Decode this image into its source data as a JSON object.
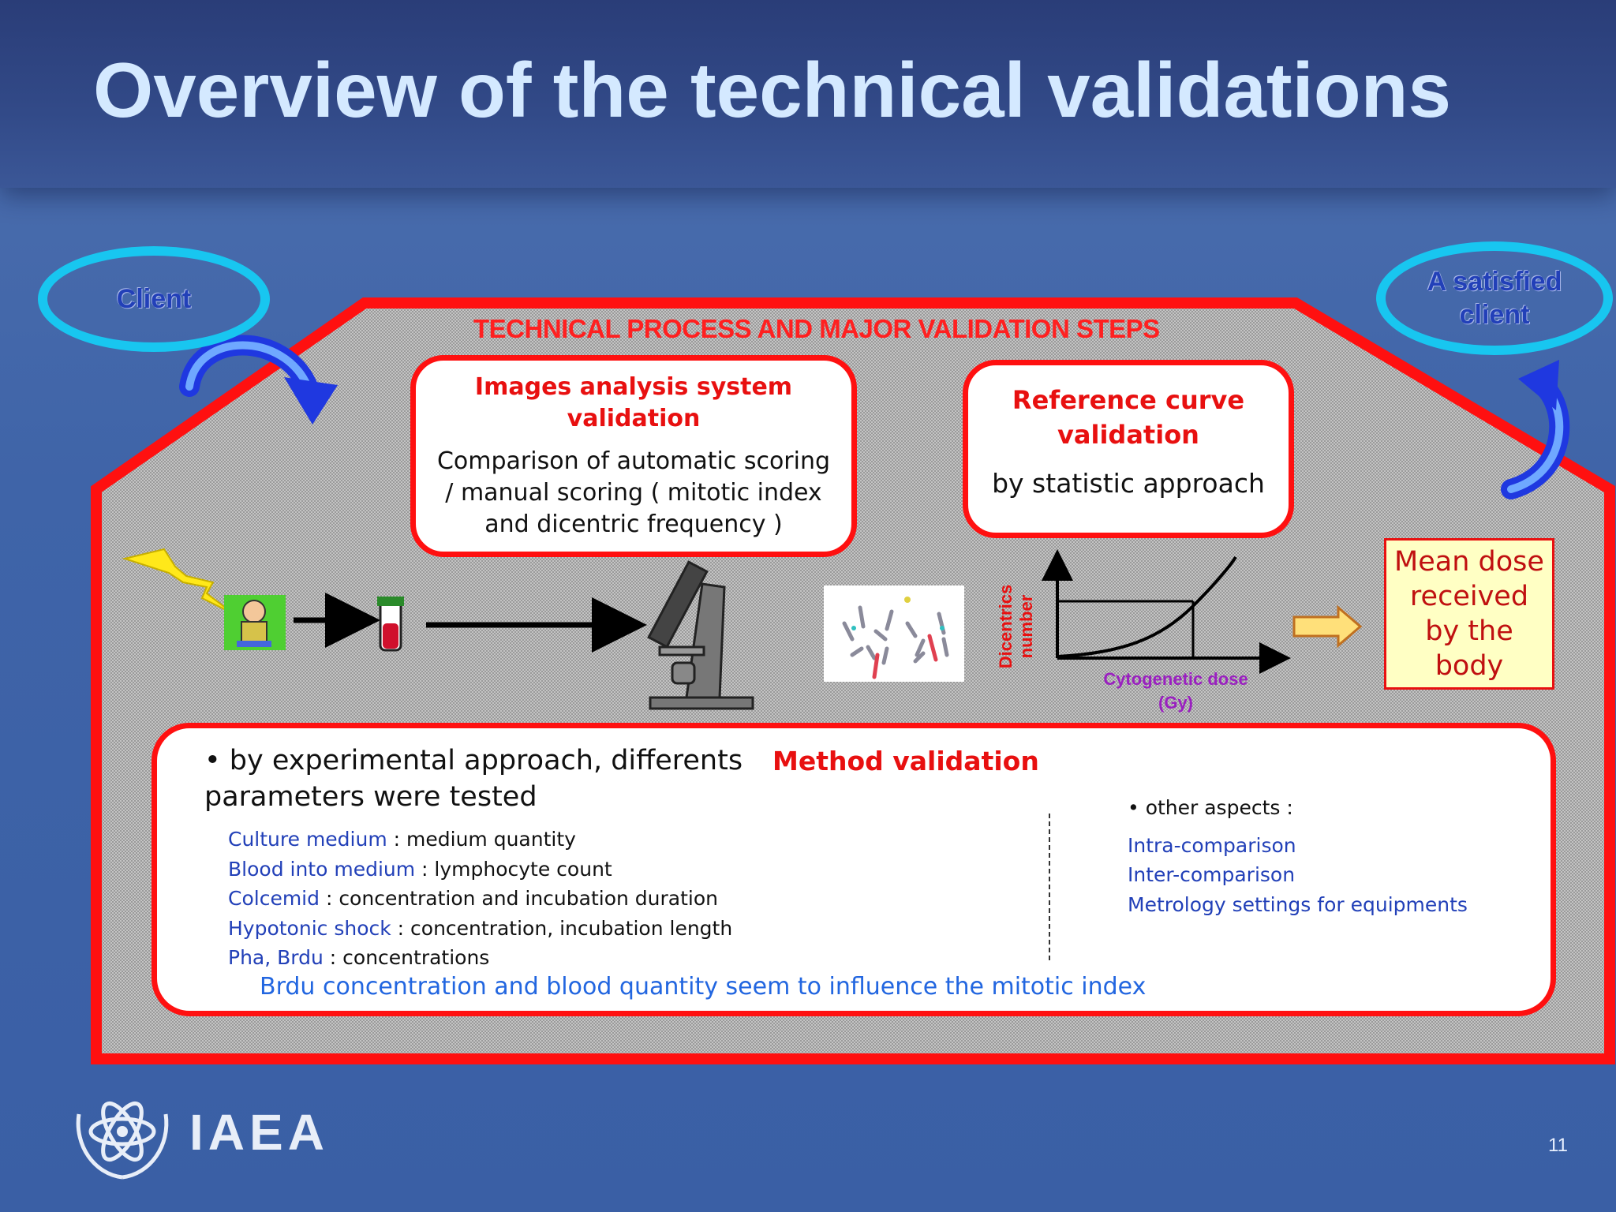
{
  "slide": {
    "title": "Overview of the technical validations",
    "page_number": "11",
    "logo_text": "IAEA"
  },
  "clients": {
    "start": "Client",
    "end_line1": "A satisfied",
    "end_line2": "client"
  },
  "process": {
    "title": "TECHNICAL PROCESS AND MAJOR VALIDATION STEPS",
    "images_box": {
      "title_line1": "Images analysis system",
      "title_line2": "validation",
      "text_line1": "Comparison of automatic scoring",
      "text_line2": "/ manual scoring ( mitotic index",
      "text_line3": "and dicentric frequency )"
    },
    "reference_box": {
      "title_line1": "Reference curve",
      "title_line2": "validation",
      "text": "by statistic approach"
    },
    "graph": {
      "ylabel_line1": "Dicentrics",
      "ylabel_line2": "number",
      "xlabel_line1": "Cytogenetic dose",
      "xlabel_line2": "(Gy)"
    },
    "dose_box": {
      "line1": "Mean dose",
      "line2": "received",
      "line3": "by the",
      "line4": "body"
    }
  },
  "method": {
    "lead_line1": "• by experimental approach, differents",
    "lead_line2": "parameters were tested",
    "title": "Method validation",
    "params": [
      {
        "key": "Culture medium",
        "value": " : medium quantity"
      },
      {
        "key": "Blood into medium",
        "value": " : lymphocyte count"
      },
      {
        "key": "Colcemid",
        "value": " : concentration and incubation duration"
      },
      {
        "key": "Hypotonic shock",
        "value": " : concentration, incubation length"
      },
      {
        "key": "Pha, Brdu",
        "value": " : concentrations"
      }
    ],
    "others_heading": "• other aspects :",
    "others": [
      "Intra-comparison",
      "Inter-comparison",
      "Metrology settings for equipments"
    ],
    "conclusion": "Brdu concentration and blood quantity seem to influence the mitotic index"
  },
  "colors": {
    "accent_red": "#ff1010",
    "client_cyan": "#18c6f0",
    "text_blue": "#2240b8"
  }
}
